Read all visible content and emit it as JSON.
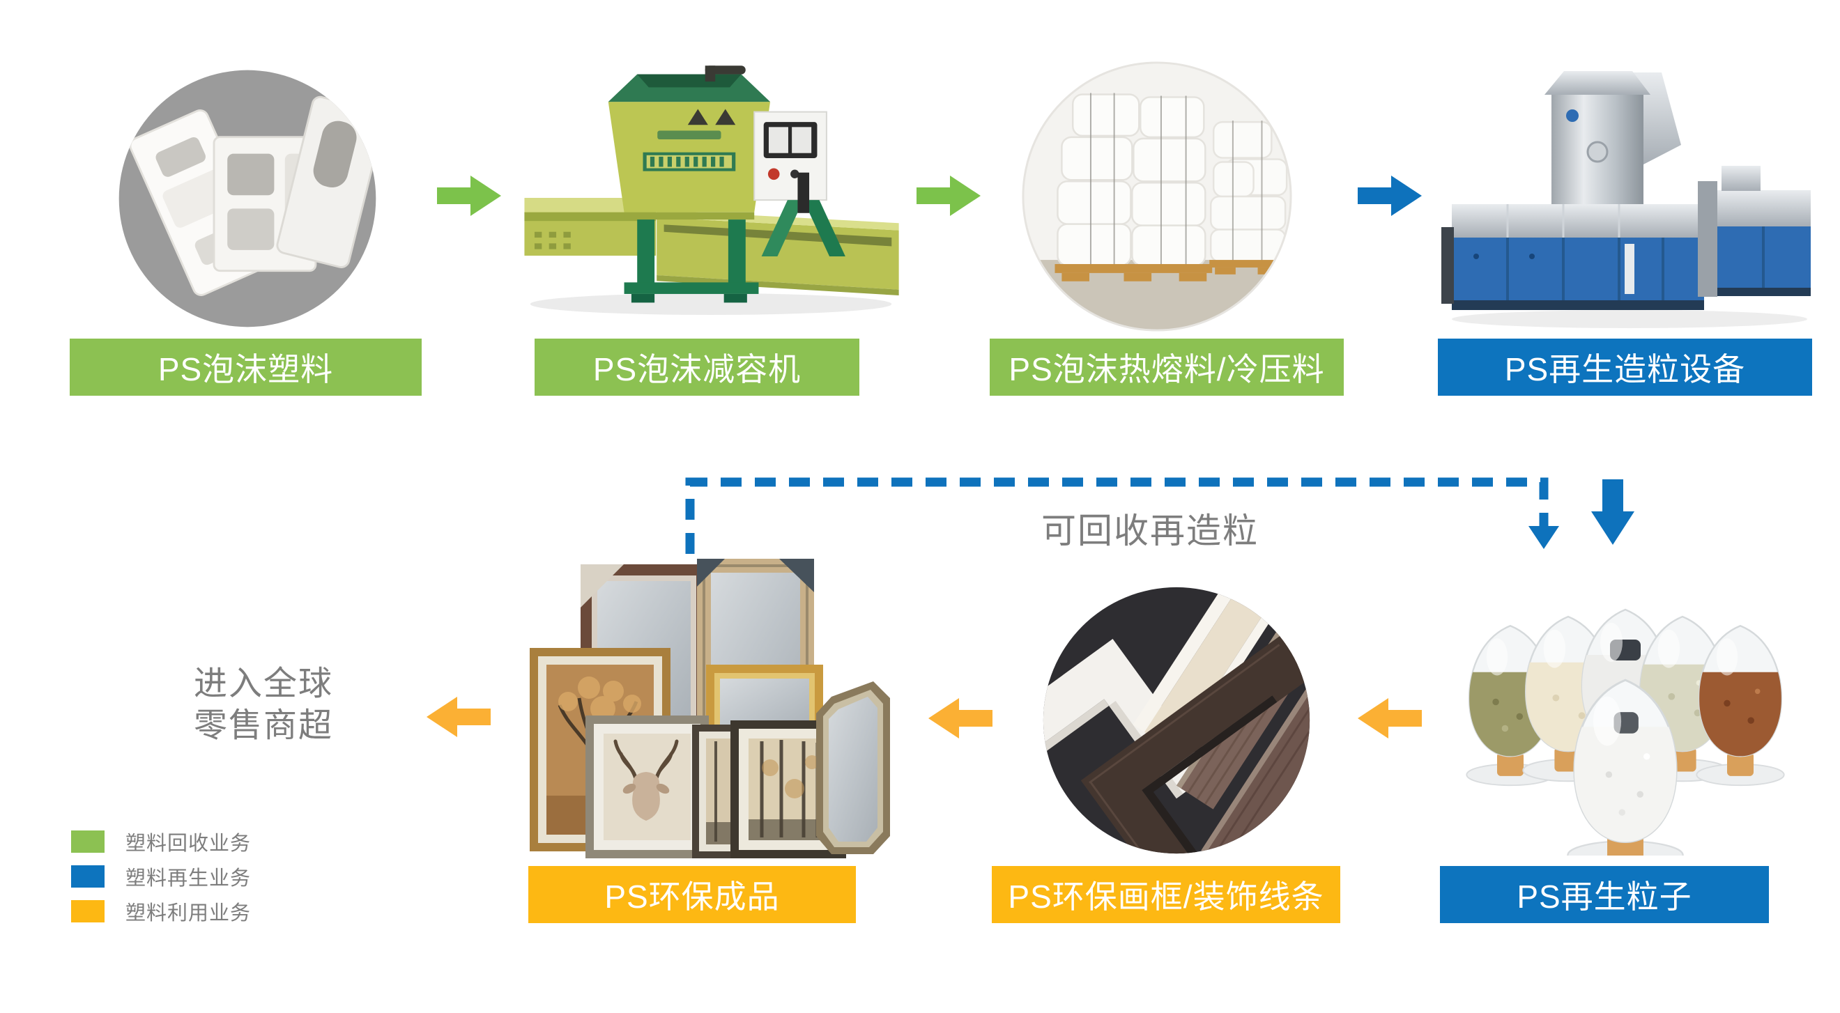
{
  "stages": {
    "foam_plastic": {
      "label": "PS泡沫塑料"
    },
    "compactor": {
      "label": "PS泡沫减容机"
    },
    "hot_melt": {
      "label": "PS泡沫热熔料/冷压料"
    },
    "pelletizing_machine": {
      "label": "PS再生造粒设备"
    },
    "recycled_pellets": {
      "label": "PS再生粒子"
    },
    "frame_moldings": {
      "label": "PS环保画框/装饰线条"
    },
    "finished_products": {
      "label": "PS环保成品"
    }
  },
  "annotations": {
    "recyclable_note": "可回收再造粒",
    "market_line1": "进入全球",
    "market_line2": "零售商超"
  },
  "legend": {
    "items": [
      {
        "label": "塑料回收业务",
        "color": "#8CC152"
      },
      {
        "label": "塑料再生业务",
        "color": "#0D74BE"
      },
      {
        "label": "塑料利用业务",
        "color": "#FDB813"
      }
    ]
  },
  "colors": {
    "recycling_green": "#8CC152",
    "regeneration_blue": "#0D74BE",
    "utilization_yellow": "#FDB813",
    "arrow_green": "#7CC24B",
    "arrow_blue": "#0E72BC",
    "arrow_yellow": "#FBB034",
    "note_gray": "#7D7D7D"
  }
}
